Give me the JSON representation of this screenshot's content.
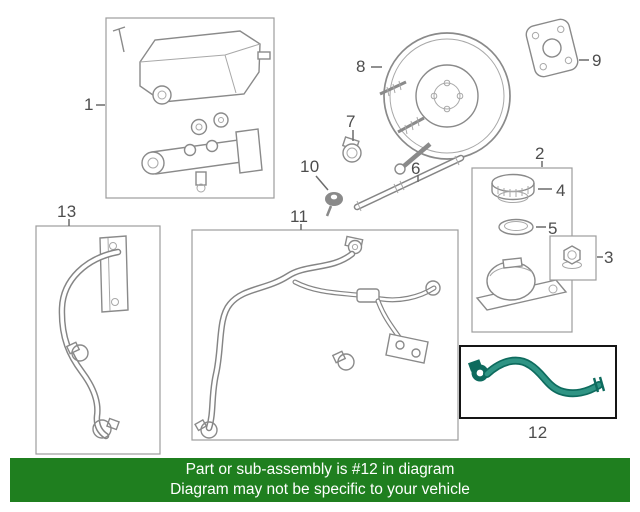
{
  "banner": {
    "line1": "Part or sub-assembly is #12 in diagram",
    "line2": "Diagram may not be specific to your vehicle"
  },
  "colors": {
    "banner_bg": "#1f7f1f",
    "banner_text": "#ffffff",
    "highlight": "#2f9484",
    "highlight_dark": "#0e6b5e",
    "line_gray": "#8a8a8a",
    "label_gray": "#4d4d4d"
  },
  "callouts": {
    "1": "1",
    "2": "2",
    "3": "3",
    "4": "4",
    "5": "5",
    "6": "6",
    "7": "7",
    "8": "8",
    "9": "9",
    "10": "10",
    "11": "11",
    "12": "12",
    "13": "13"
  }
}
